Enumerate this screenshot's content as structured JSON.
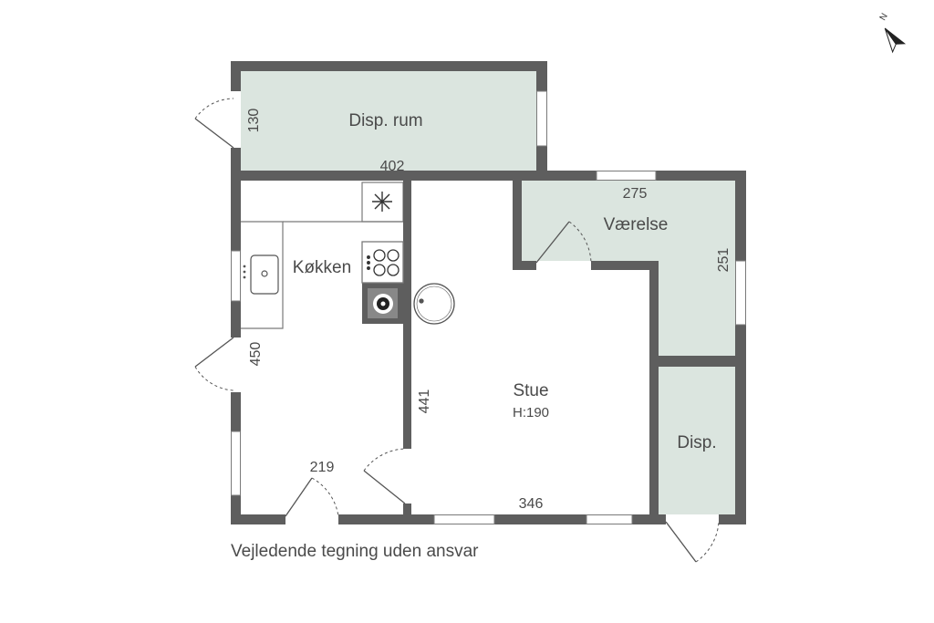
{
  "colors": {
    "wall": "#5e5e5e",
    "room_fill": "#dbe5df",
    "text": "#4a4a4a",
    "window": "#ffffff"
  },
  "rooms": {
    "disp_rum": "Disp. rum",
    "kokken": "Køkken",
    "vaerelse": "Værelse",
    "stue": "Stue",
    "stue_height": "H:190",
    "disp": "Disp."
  },
  "dimensions": {
    "disp_rum_width": "402",
    "disp_rum_depth": "130",
    "kokken_depth": "450",
    "kokken_width": "219",
    "stue_depth": "441",
    "stue_width": "346",
    "vaerelse_width": "275",
    "vaerelse_depth": "251"
  },
  "compass": {
    "label": "N"
  },
  "icons": [
    "freezer-icon",
    "stove-icon",
    "oven-icon",
    "sink-icon",
    "round-table-icon",
    "compass-icon"
  ],
  "disclaimer": "Vejledende tegning uden ansvar"
}
